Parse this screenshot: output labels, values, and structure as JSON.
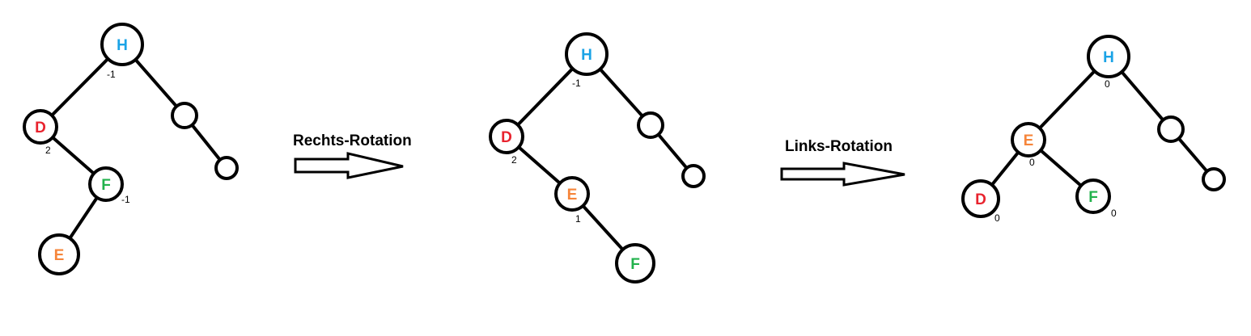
{
  "colors": {
    "H": "#1aa3e6",
    "D": "#e8232e",
    "E": "#f6853a",
    "F": "#22b24c",
    "stroke": "#000000"
  },
  "steps": [
    {
      "nodes": [
        {
          "id": "H",
          "label": "H",
          "balance": "-1"
        },
        {
          "id": "D",
          "label": "D",
          "balance": "2"
        },
        {
          "id": "R",
          "label": "",
          "balance": ""
        },
        {
          "id": "F",
          "label": "F",
          "balance": "-1"
        },
        {
          "id": "RR",
          "label": "",
          "balance": ""
        },
        {
          "id": "E",
          "label": "E",
          "balance": ""
        }
      ],
      "edges": [
        [
          "H",
          "D"
        ],
        [
          "H",
          "R"
        ],
        [
          "R",
          "RR"
        ],
        [
          "D",
          "F"
        ],
        [
          "F",
          "E"
        ]
      ]
    },
    {
      "nodes": [
        {
          "id": "H",
          "label": "H",
          "balance": "-1"
        },
        {
          "id": "D",
          "label": "D",
          "balance": "2"
        },
        {
          "id": "R",
          "label": "",
          "balance": ""
        },
        {
          "id": "E",
          "label": "E",
          "balance": "1"
        },
        {
          "id": "RR",
          "label": "",
          "balance": ""
        },
        {
          "id": "F",
          "label": "F",
          "balance": ""
        }
      ],
      "edges": [
        [
          "H",
          "D"
        ],
        [
          "H",
          "R"
        ],
        [
          "R",
          "RR"
        ],
        [
          "D",
          "E"
        ],
        [
          "E",
          "F"
        ]
      ]
    },
    {
      "nodes": [
        {
          "id": "H",
          "label": "H",
          "balance": "0"
        },
        {
          "id": "E",
          "label": "E",
          "balance": "0"
        },
        {
          "id": "R",
          "label": "",
          "balance": ""
        },
        {
          "id": "D",
          "label": "D",
          "balance": "0"
        },
        {
          "id": "F",
          "label": "F",
          "balance": "0"
        },
        {
          "id": "RR",
          "label": "",
          "balance": ""
        }
      ],
      "edges": [
        [
          "H",
          "E"
        ],
        [
          "H",
          "R"
        ],
        [
          "R",
          "RR"
        ],
        [
          "E",
          "D"
        ],
        [
          "E",
          "F"
        ]
      ]
    }
  ],
  "arrows": [
    {
      "label": "Rechts-Rotation"
    },
    {
      "label": "Links-Rotation"
    }
  ]
}
